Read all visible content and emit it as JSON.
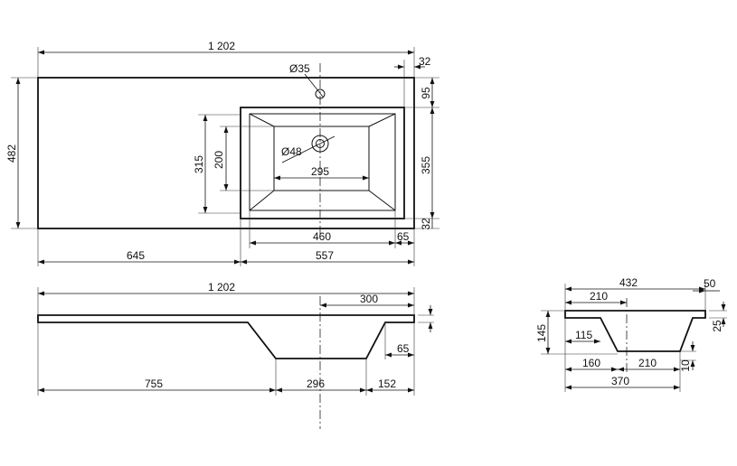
{
  "colors": {
    "ink": "#111111",
    "background": "#ffffff"
  },
  "labels": {
    "top_width": "1 202",
    "top_right_edge": "32",
    "tap_hole": "Ø35",
    "top_to_basin": "95",
    "depth": "482",
    "basin_outer_depth": "315",
    "basin_inner_depth": "200",
    "drain": "Ø48",
    "basin_inner_width": "295",
    "basin_depth_right": "355",
    "bottom_right_edge": "32",
    "basin_outer_width": "460",
    "basin_right_margin": "65",
    "left_part": "645",
    "right_part": "557",
    "front_width": "1 202",
    "front_center_offset": "300",
    "front_right_margin": "65",
    "front_left": "755",
    "front_bowl_width": "296",
    "front_right": "152",
    "side_width": "432",
    "side_right_edge": "50",
    "side_top_offset": "210",
    "side_height": "145",
    "side_slab": "25",
    "side_inner_left": "115",
    "side_bottom_left": "160",
    "side_bottom_right": "210",
    "side_bottom_thickness": "10",
    "side_total": "370"
  }
}
